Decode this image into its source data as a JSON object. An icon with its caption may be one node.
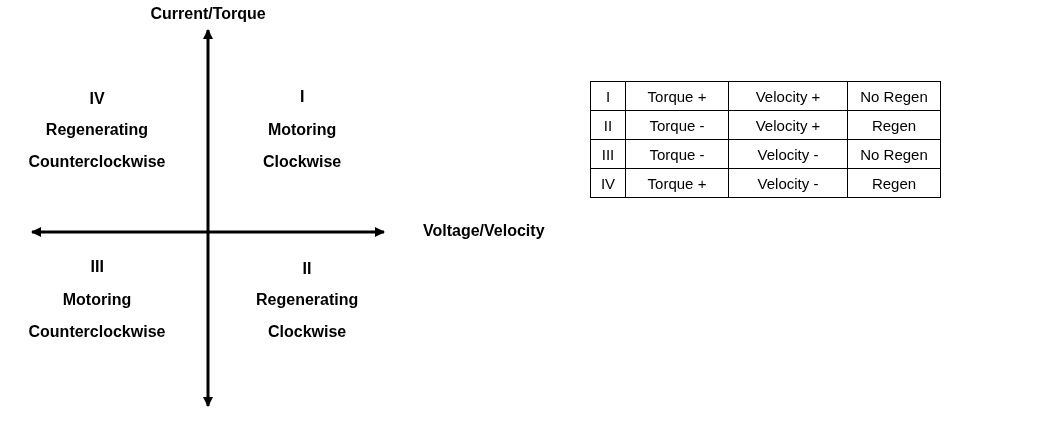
{
  "diagram": {
    "labels": [
      "Current/Torque",
      "IV",
      "Regenerating Counterclockwise",
      "I",
      "Motoring Clockwise",
      "Voltage/Velocity",
      "III",
      "Motoring Counterclockwise",
      "II",
      "Regenerating Clockwise",
      "I",
      "Torque +",
      "Velocity +",
      "No Regen",
      "II",
      "Torque -",
      "Velocity +",
      "Regen",
      "III",
      "Torque -",
      "Velocity -",
      "No Regen",
      "IV",
      "Torque +",
      "Velocity -",
      "Regen"
    ]
  }
}
